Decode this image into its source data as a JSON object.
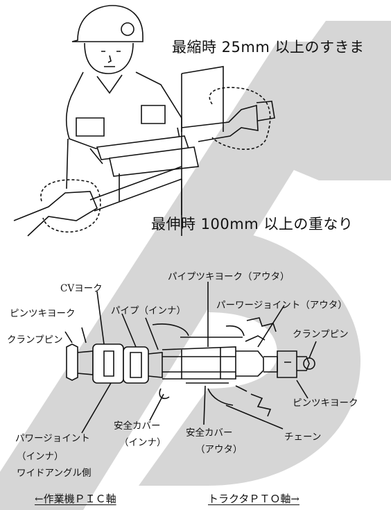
{
  "colors": {
    "watermark": "#d6d6d6",
    "ink": "#111111",
    "background": "#ffffff"
  },
  "top_illustration": {
    "label_min": "最縮時 25mm 以上のすきま",
    "label_max": "最伸時 100mm 以上の重なり"
  },
  "shaft_diagram": {
    "labels": {
      "cv_yoke": "CVヨーク",
      "pipe_yoke_outer": "パイプツキヨーク（アウタ）",
      "pin_yoke_left": "ピンツキヨーク",
      "pipe_inner": "パイプ（インナ）",
      "power_joint_outer": "パーワージョイント（アウタ）",
      "clamp_pin_left": "クランプピン",
      "clamp_pin_right": "クランプピン",
      "pin_yoke_right": "ピンツキヨーク",
      "power_joint_inner": "パワージョイント",
      "power_joint_inner_sub": "（インナ）",
      "wide_angle_side": "ワイドアングル側",
      "safety_cover_inner": "安全カバー",
      "safety_cover_inner_sub": "（インナ）",
      "safety_cover_outer": "安全カバー",
      "safety_cover_outer_sub": "（アウタ）",
      "chain": "チェーン"
    }
  },
  "footer": {
    "left": "←作業機ＰＩＣ軸",
    "right": "トラクタＰＴＯ軸→"
  }
}
